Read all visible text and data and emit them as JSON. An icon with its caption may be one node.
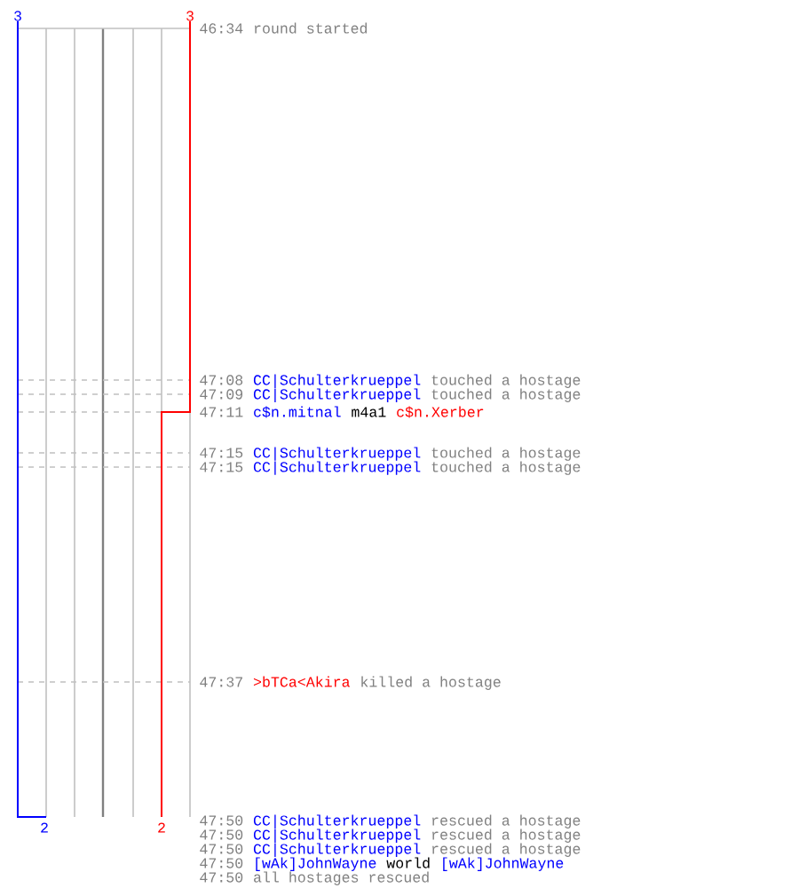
{
  "diagram": {
    "labels": [
      "3",
      "3",
      "46:34",
      "round started",
      "47:08",
      "CC|Schulterkrueppel",
      "touched a hostage",
      "47:09",
      "CC|Schulterkrueppel",
      "touched a hostage",
      "47:11",
      "c$n.mitnal",
      "m4a1",
      "c$n.Xerber",
      "47:15",
      "CC|Schulterkrueppel",
      "touched a hostage",
      "47:15",
      "CC|Schulterkrueppel",
      "touched a hostage",
      "47:37",
      ">bTCa<Akira",
      "killed a hostage",
      "2",
      "2",
      "47:50",
      "CC|Schulterkrueppel",
      "rescued a hostage",
      "47:50",
      "CC|Schulterkrueppel",
      "rescued a hostage",
      "47:50",
      "CC|Schulterkrueppel",
      "rescued a hostage",
      "47:50",
      "[wAk]JohnWayne",
      "world",
      "[wAk]JohnWayne",
      "47:50",
      "all hostages rescued"
    ]
  }
}
